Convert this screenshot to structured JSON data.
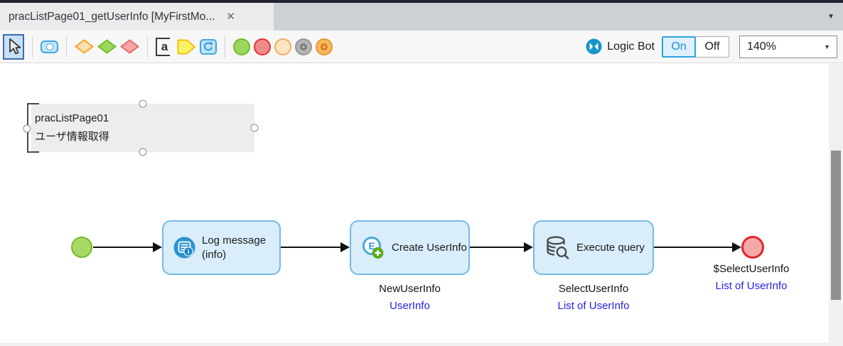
{
  "tab_bar": {
    "active_tab": {
      "title": "pracListPage01_getUserInfo [MyFirstMo...",
      "close_glyph": "✕"
    },
    "overflow_caret": "▼"
  },
  "toolbar": {
    "tools": [
      {
        "name": "select-tool",
        "selected": true
      },
      {
        "name": "activity-tool"
      },
      {
        "name": "decision-tool",
        "color": "#F5A623"
      },
      {
        "name": "merge-tool",
        "color": "#70BE2B"
      },
      {
        "name": "error-diamond-tool",
        "color": "#E66A6A"
      },
      {
        "name": "annotation-tool",
        "letter": "a"
      },
      {
        "name": "loop-tool"
      },
      {
        "name": "loop-activity-tool"
      },
      {
        "name": "start-event-tool",
        "color": "#9CD65B"
      },
      {
        "name": "end-event-tool",
        "color": "#F08B8B"
      },
      {
        "name": "empty-event-tool",
        "color": "#FDE4C3"
      },
      {
        "name": "break-event-tool",
        "color": "#B4B4B4"
      },
      {
        "name": "continue-event-tool",
        "color": "#F5B95A"
      }
    ],
    "logic_bot": {
      "label": "Logic Bot",
      "on_label": "On",
      "off_label": "Off",
      "state": "On"
    },
    "zoom": {
      "value": "140%",
      "caret": "▼"
    }
  },
  "canvas": {
    "annotation": {
      "line1": "pracListPage01",
      "line2": "ユーザ情報取得",
      "selected": true
    },
    "flow": {
      "activities": [
        {
          "caption_line1": "Log message",
          "caption_line2": "(info)",
          "icon": "log-message-icon",
          "icon_badge_letter": "i"
        },
        {
          "caption_line1": "Create UserInfo",
          "icon": "create-object-icon",
          "icon_letter": "E",
          "variable": "NewUserInfo",
          "entity": "UserInfo"
        },
        {
          "caption_line1": "Execute query",
          "icon": "execute-query-icon",
          "variable": "SelectUserInfo",
          "entity": "List of UserInfo"
        }
      ],
      "end_event": {
        "variable": "$SelectUserInfo",
        "type": "List of UserInfo"
      }
    }
  },
  "colors": {
    "tab_strip": "#1F2333",
    "tab_bar_bg": "#CDD0D4",
    "active_tab_bg": "#EBEBEB",
    "activity_fill": "#D9EDFA",
    "activity_border": "#74BAE8",
    "link_blue": "#2323E6",
    "start_fill": "#A8D965",
    "start_border": "#74B82C",
    "end_fill": "#F4A9A9",
    "end_border": "#E3242B",
    "logic_bot_blue": "#1596C9",
    "selected_tool_border": "#3A6BAF"
  }
}
